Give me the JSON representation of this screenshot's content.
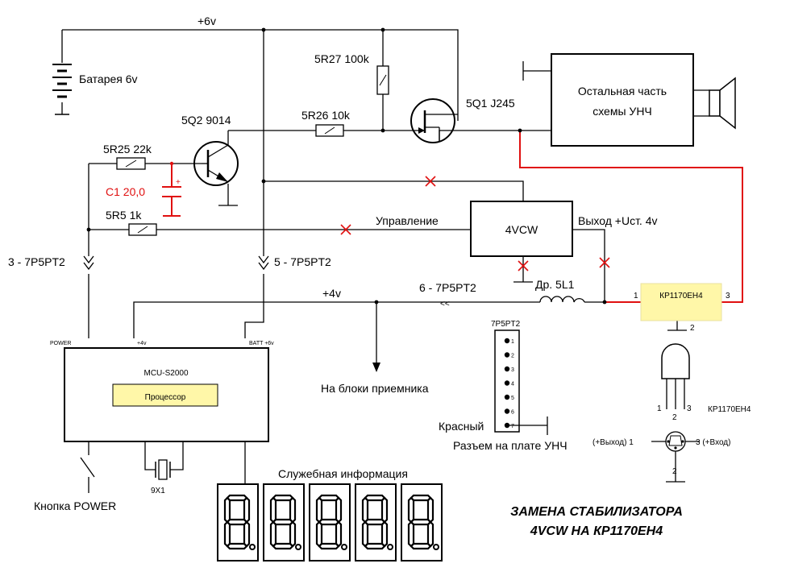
{
  "rails": {
    "plus6": "+6v",
    "plus4": "+4v"
  },
  "battery": {
    "label": "Батарея 6v"
  },
  "resistors": {
    "r27": "5R27 100k",
    "r26": "5R26 10k",
    "r25": "5R25 22k",
    "r5": "5R5 1k"
  },
  "transistors": {
    "q1": "5Q1 J245",
    "q2": "5Q2 9014"
  },
  "capacitor": {
    "c1": "C1 20,0"
  },
  "amp": {
    "line1": "Остальная часть",
    "line2": "схемы УНЧ"
  },
  "regulator_4vcw": {
    "name": "4VCW",
    "control_label": "Управление",
    "output_label": "Выход  +Uст. 4v"
  },
  "connectors": {
    "p2_3": "3 - 7P5PT2",
    "p2_5": "5 - 7P5PT2",
    "p2_6": "6 - 7P5PT2",
    "arrows": "<<"
  },
  "choke": {
    "label": "Др. 5L1"
  },
  "kr": {
    "name": "КР1170ЕН4",
    "pin1": "1",
    "pin2": "2",
    "pin3": "3"
  },
  "mcu": {
    "name": "MCU-S2000",
    "cpu": "Процессор",
    "pin_power": "POWER",
    "pin_4v": "+4v",
    "pin_batt": "BATT +6v"
  },
  "receiver": {
    "label": "На блоки приемника"
  },
  "connector_7p5pt2": {
    "title": "7P5PT2",
    "pins": [
      "1",
      "2",
      "3",
      "4",
      "5",
      "6",
      "7"
    ],
    "red_label": "Красный",
    "caption": "Разъем на плате УНЧ"
  },
  "button": {
    "label": "Кнопка POWER"
  },
  "crystal": {
    "label": "9X1"
  },
  "display": {
    "title": "Служебная информация",
    "digits": 5
  },
  "pinout": {
    "p1": "1",
    "p2": "2",
    "p3": "3",
    "name": "КР1170ЕН4",
    "out": "(+Выход) 1",
    "in": "3  (+Вход)",
    "bot": "2"
  },
  "title": {
    "line1": "ЗАМЕНА СТАБИЛИЗАТОРА",
    "line2": "4VCW НА КР1170ЕН4"
  },
  "colors": {
    "wire": "#000000",
    "mod": "#e01010",
    "highlight": "#fff7a8"
  }
}
